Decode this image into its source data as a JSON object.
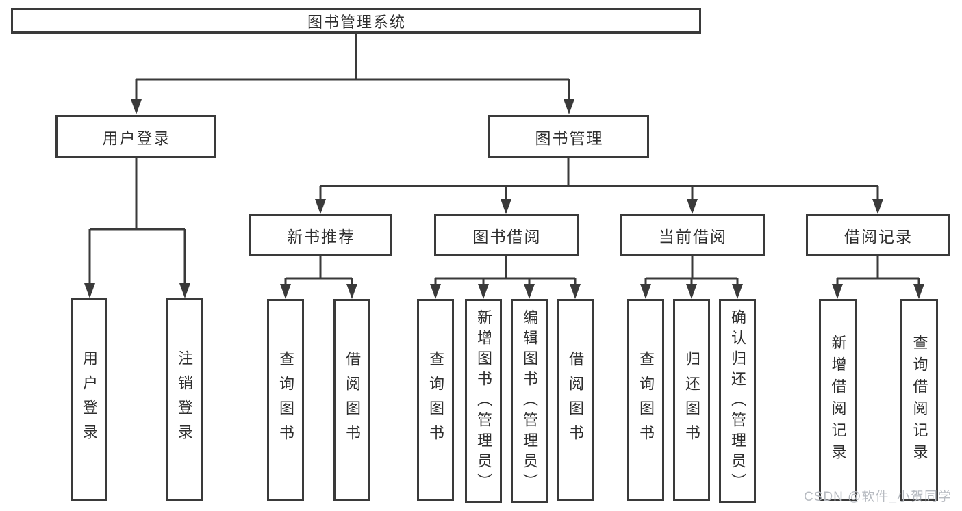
{
  "diagram": {
    "root": {
      "label": "图书管理系统"
    },
    "level1": [
      {
        "label": "用户登录"
      },
      {
        "label": "图书管理"
      }
    ],
    "level2": [
      {
        "label": "新书推荐"
      },
      {
        "label": "图书借阅"
      },
      {
        "label": "当前借阅"
      },
      {
        "label": "借阅记录"
      }
    ],
    "leaves": {
      "user_login": [
        {
          "label": "用户登录"
        },
        {
          "label": "注销登录"
        }
      ],
      "new_book_recommend": [
        {
          "label": "查询图书"
        },
        {
          "label": "借阅图书"
        }
      ],
      "book_borrow": [
        {
          "label": "查询图书"
        },
        {
          "label": "新增图书（管理员）"
        },
        {
          "label": "编辑图书（管理员）"
        },
        {
          "label": "借阅图书"
        }
      ],
      "current_borrow": [
        {
          "label": "查询图书"
        },
        {
          "label": "归还图书"
        },
        {
          "label": "确认归还（管理员）"
        }
      ],
      "borrow_records": [
        {
          "label": "新增借阅记录"
        },
        {
          "label": "查询借阅记录"
        }
      ]
    },
    "watermark": "CSDN @软件_小贺同学",
    "colors": {
      "line": "#3a3a3a",
      "text": "#2e2e2e",
      "box_bg": "#ffffff",
      "watermark": "#b7bbc1"
    }
  }
}
